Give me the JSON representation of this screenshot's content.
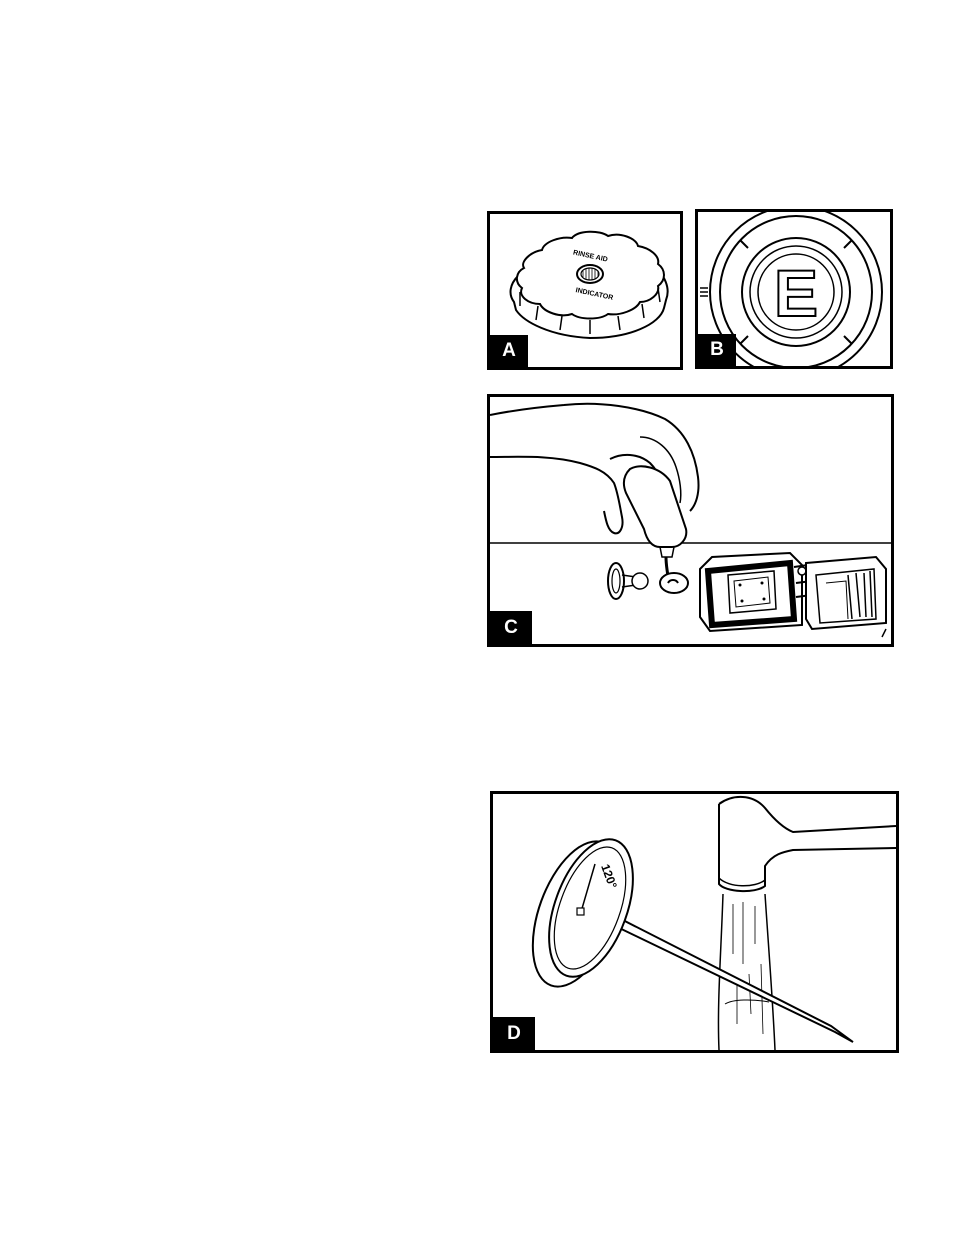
{
  "figures": {
    "a": {
      "label": "A",
      "cap_text_top": "RINSE AID",
      "cap_text_bottom": "INDICATOR"
    },
    "b": {
      "label": "B",
      "indicator_letter": "E"
    },
    "c": {
      "label": "C"
    },
    "d": {
      "label": "D",
      "dial_reading": "120°"
    }
  },
  "colors": {
    "ink": "#000000",
    "paper": "#ffffff"
  }
}
